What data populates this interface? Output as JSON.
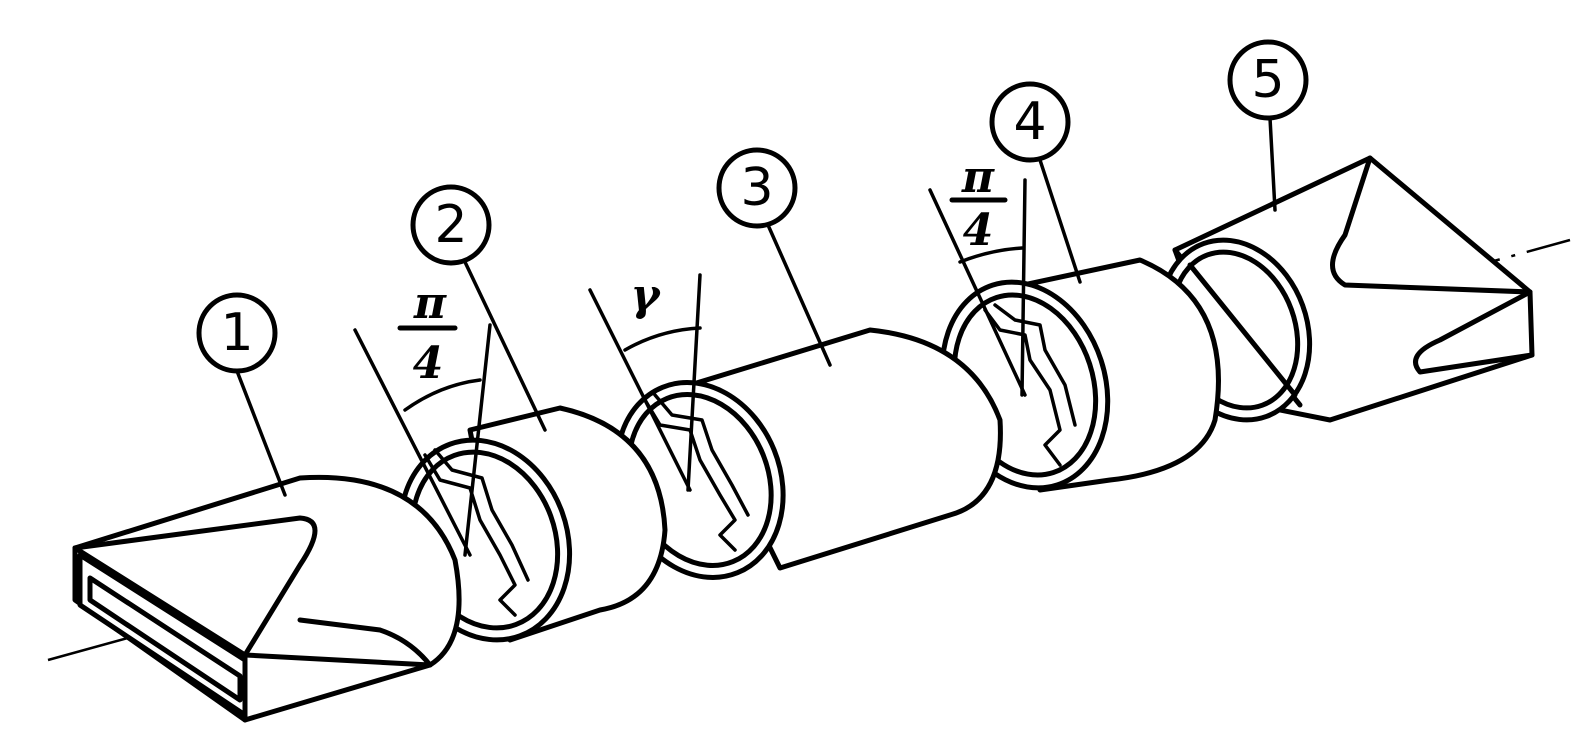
{
  "diagram": {
    "callouts": [
      {
        "id": "1",
        "label": "1"
      },
      {
        "id": "2",
        "label": "2"
      },
      {
        "id": "3",
        "label": "3"
      },
      {
        "id": "4",
        "label": "4"
      },
      {
        "id": "5",
        "label": "5"
      }
    ],
    "angle_labels": {
      "left_pi": "π",
      "left_den": "4",
      "mid_gamma": "γ",
      "right_pi": "π",
      "right_den": "4"
    }
  }
}
